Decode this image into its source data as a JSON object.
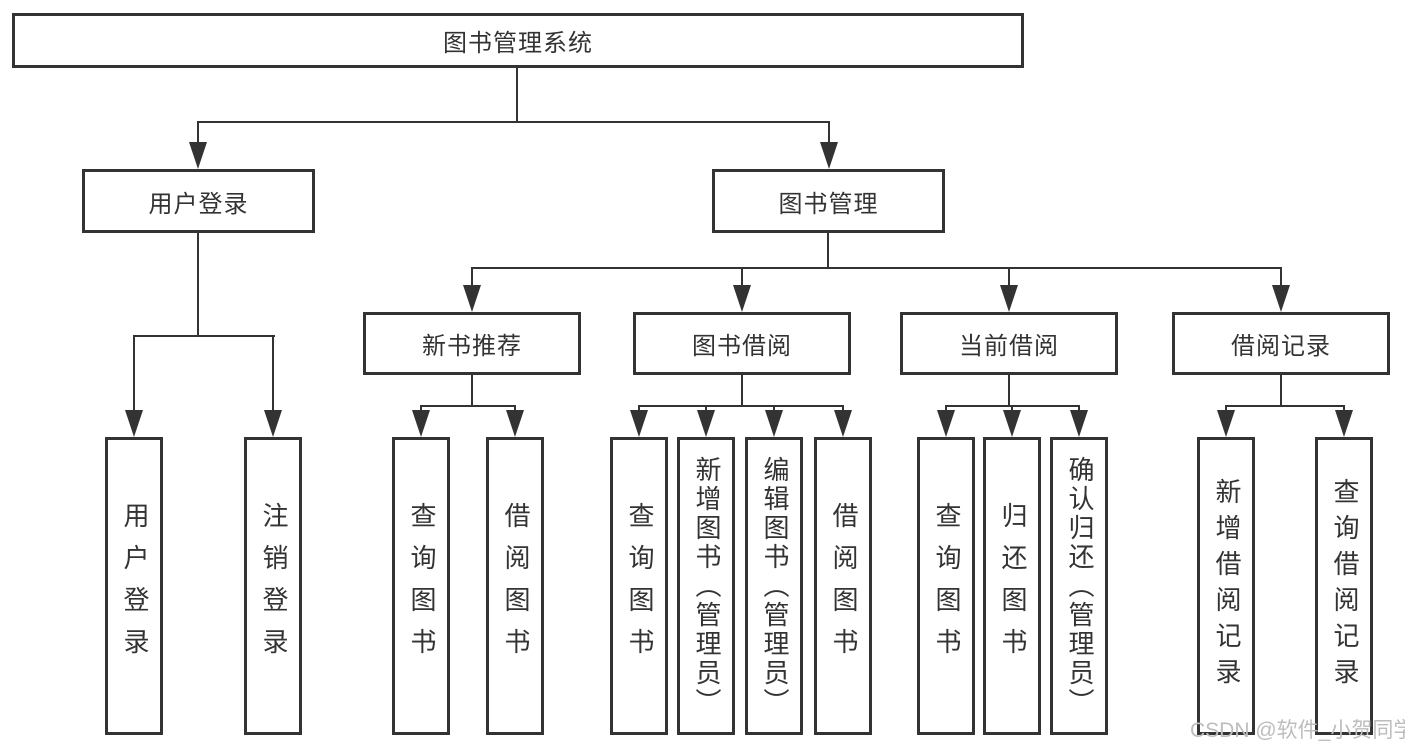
{
  "diagram": {
    "root": "图书管理系统",
    "branches": {
      "user_login": {
        "label": "用户登录",
        "children": [
          "用户登录",
          "注销登录"
        ]
      },
      "book_mgmt": {
        "label": "图书管理",
        "sections": {
          "new_books": {
            "label": "新书推荐",
            "children": [
              "查询图书",
              "借阅图书"
            ]
          },
          "book_borrow": {
            "label": "图书借阅",
            "children": [
              "查询图书",
              "新增图书（管理员）",
              "编辑图书（管理员）",
              "借阅图书"
            ]
          },
          "current_borrow": {
            "label": "当前借阅",
            "children": [
              "查询图书",
              "归还图书",
              "确认归还（管理员）"
            ]
          },
          "borrow_records": {
            "label": "借阅记录",
            "children": [
              "新增借阅记录",
              "查询借阅记录"
            ]
          }
        }
      }
    }
  },
  "watermark": "CSDN @软件_小贺同学",
  "colors": {
    "line": "#333333",
    "text": "#333333",
    "background": "#ffffff",
    "watermark": "#bdbdbd"
  }
}
